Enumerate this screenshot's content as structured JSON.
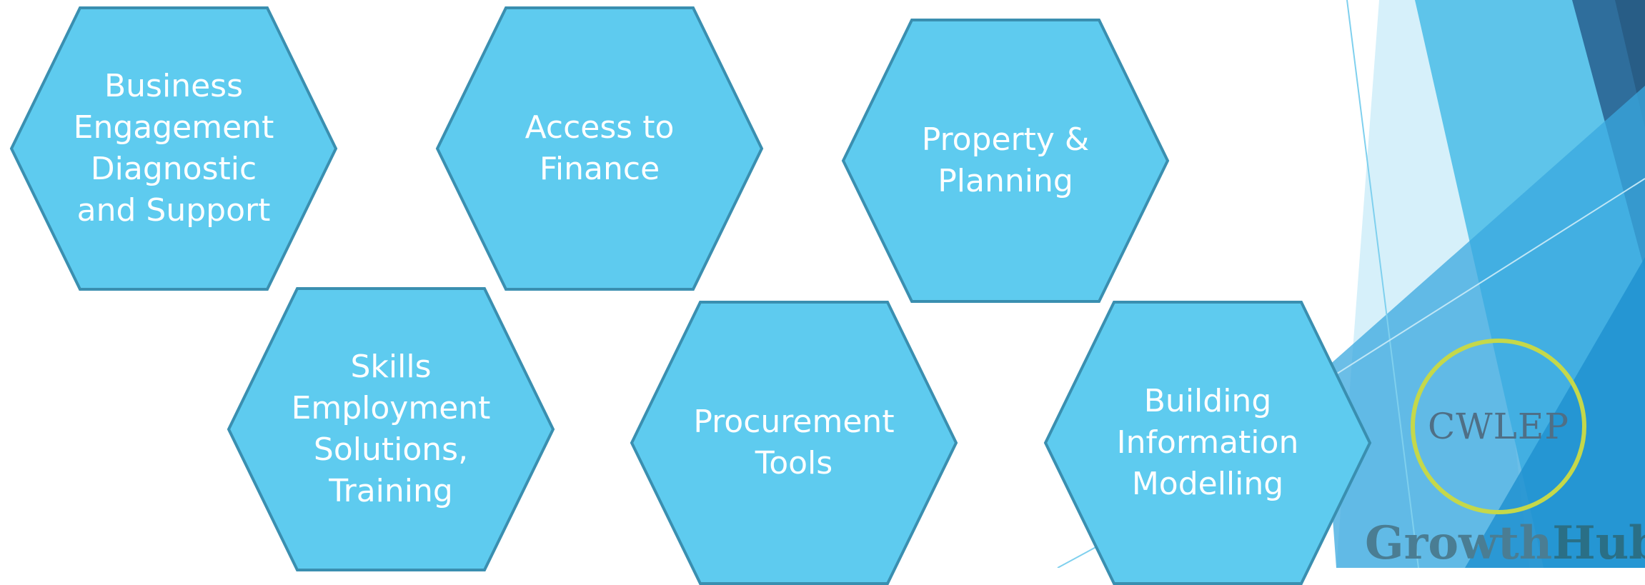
{
  "hexagons": [
    {
      "label": "Business\nEngagement\nDiagnostic\nand Support"
    },
    {
      "label": "Access to\nFinance"
    },
    {
      "label": "Property &\nPlanning"
    },
    {
      "label": "Skills\nEmployment\nSolutions,\nTraining"
    },
    {
      "label": "Procurement\nTools"
    },
    {
      "label": "Building\nInformation\nModelling"
    }
  ],
  "logo": {
    "ring_text": "CWLEP",
    "growth": "Growth",
    "hub": "Hub"
  },
  "colors": {
    "hex_fill": "#5ecbef",
    "hex_stroke": "#3a8fb0",
    "label": "#ffffff",
    "ring": "#c5d84a"
  }
}
